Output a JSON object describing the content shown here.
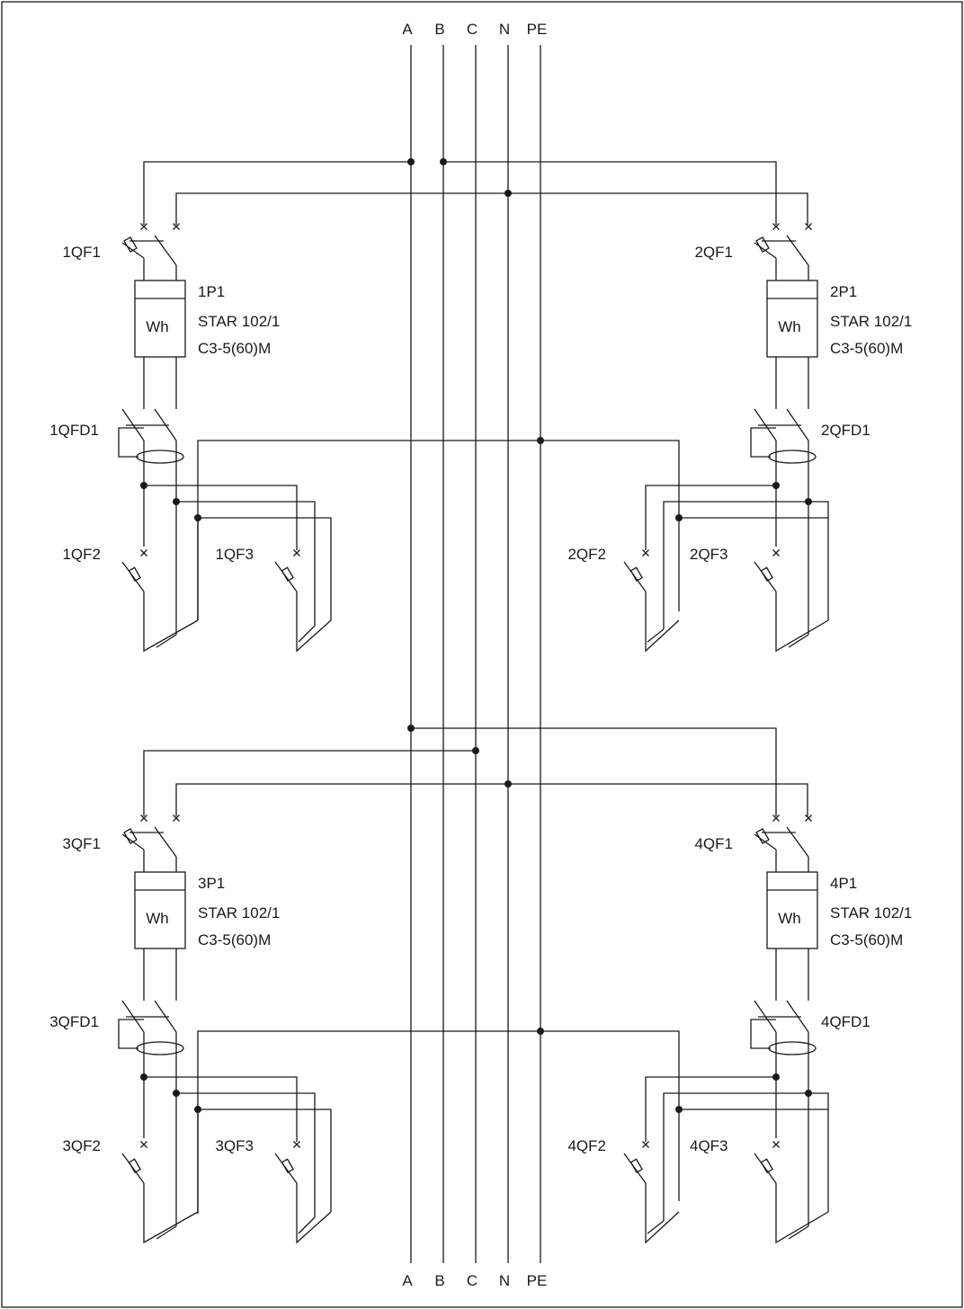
{
  "buses": {
    "top": [
      "A",
      "B",
      "C",
      "N",
      "PE"
    ],
    "bottom": [
      "A",
      "B",
      "C",
      "N",
      "PE"
    ]
  },
  "groups": [
    {
      "id": "g1",
      "breaker": "1QF1",
      "meter": {
        "name": "1P1",
        "model": "STAR 102/1",
        "rating": "C3-5(60)M",
        "symbol": "Wh"
      },
      "rcd": "1QFD1",
      "outputs": [
        "1QF2",
        "1QF3"
      ]
    },
    {
      "id": "g2",
      "breaker": "2QF1",
      "meter": {
        "name": "2P1",
        "model": "STAR 102/1",
        "rating": "C3-5(60)M",
        "symbol": "Wh"
      },
      "rcd": "2QFD1",
      "outputs": [
        "2QF2",
        "2QF3"
      ]
    },
    {
      "id": "g3",
      "breaker": "3QF1",
      "meter": {
        "name": "3P1",
        "model": "STAR 102/1",
        "rating": "C3-5(60)M",
        "symbol": "Wh"
      },
      "rcd": "3QFD1",
      "outputs": [
        "3QF2",
        "3QF3"
      ]
    },
    {
      "id": "g4",
      "breaker": "4QF1",
      "meter": {
        "name": "4P1",
        "model": "STAR 102/1",
        "rating": "C3-5(60)M",
        "symbol": "Wh"
      },
      "rcd": "4QFD1",
      "outputs": [
        "4QF2",
        "4QF3"
      ]
    }
  ]
}
